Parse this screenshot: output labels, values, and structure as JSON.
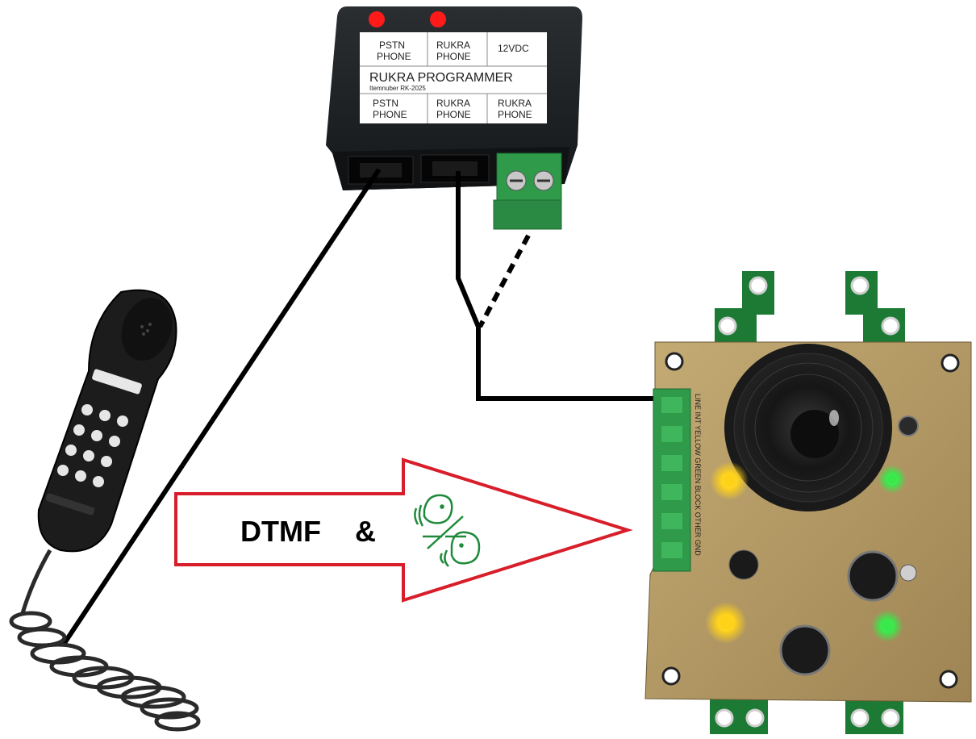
{
  "programmer": {
    "title": "RUKRA PROGRAMMER",
    "item_number": "Itemnuber RK-2025",
    "top_labels": [
      {
        "line1": "PSTN",
        "line2": "PHONE"
      },
      {
        "line1": "RUKRA",
        "line2": "PHONE"
      },
      {
        "line1": "12VDC",
        "line2": ""
      }
    ],
    "bottom_labels": [
      {
        "line1": "PSTN",
        "line2": "PHONE"
      },
      {
        "line1": "RUKRA",
        "line2": "PHONE"
      },
      {
        "line1": "RUKRA",
        "line2": "PHONE"
      }
    ]
  },
  "arrow": {
    "label": "DTMF",
    "connector": "&",
    "icon": "talk-listen-icon"
  },
  "intercom": {
    "terminal_labels": "LINE INT YELLOW GREEN BLOCK OTHER GND"
  },
  "colors": {
    "arrow_outline": "#d81e2a",
    "icon_green": "#1e8a3a",
    "terminal_green": "#2e9a4a",
    "board": "#b39a63",
    "led_red": "#ff1a1a",
    "led_yellow": "#ffd21a",
    "led_green": "#39e84a"
  }
}
